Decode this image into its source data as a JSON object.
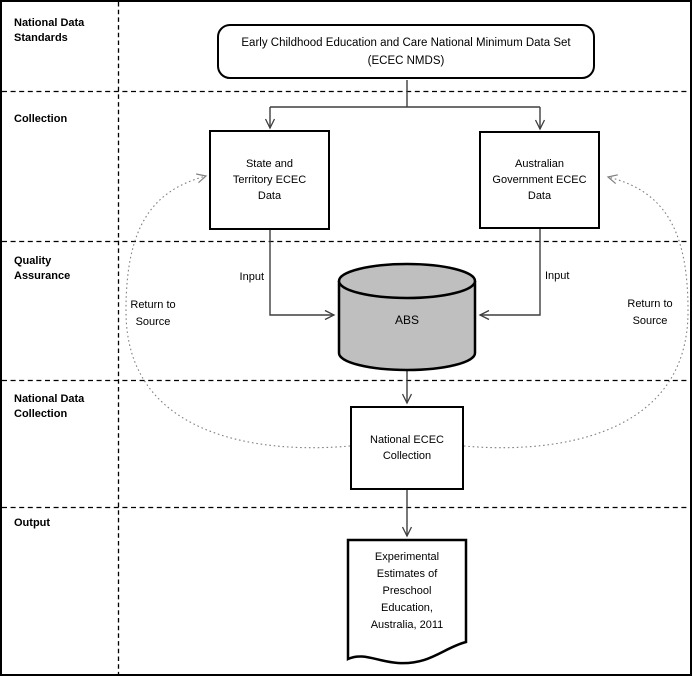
{
  "figure": {
    "rows": [
      {
        "label": "National Data\nStandards"
      },
      {
        "label": "Collection"
      },
      {
        "label": "Quality\nAssurance"
      },
      {
        "label": "National Data\nCollection"
      },
      {
        "label": "Output"
      }
    ],
    "nodes": {
      "nmds": "Early Childhood Education and Care National Minimum Data Set\n(ECEC NMDS)",
      "state_territory": "State and\nTerritory ECEC\nData",
      "australian_gov": "Australian\nGovernment ECEC\nData",
      "abs": "ABS",
      "national_collection": "National ECEC\nCollection",
      "output_document": "Experimental\nEstimates of\nPreschool\nEducation,\nAustralia, 2011"
    },
    "edge_labels": {
      "input_left": "Input",
      "input_right": "Input",
      "return_left": "Return to\nSource",
      "return_right": "Return to\nSource"
    },
    "colors": {
      "connector": "#3f3f3f",
      "dotted_connector": "#808080",
      "cylinder_fill": "#bfbfbf",
      "line": "#000000",
      "background": "#ffffff"
    }
  }
}
